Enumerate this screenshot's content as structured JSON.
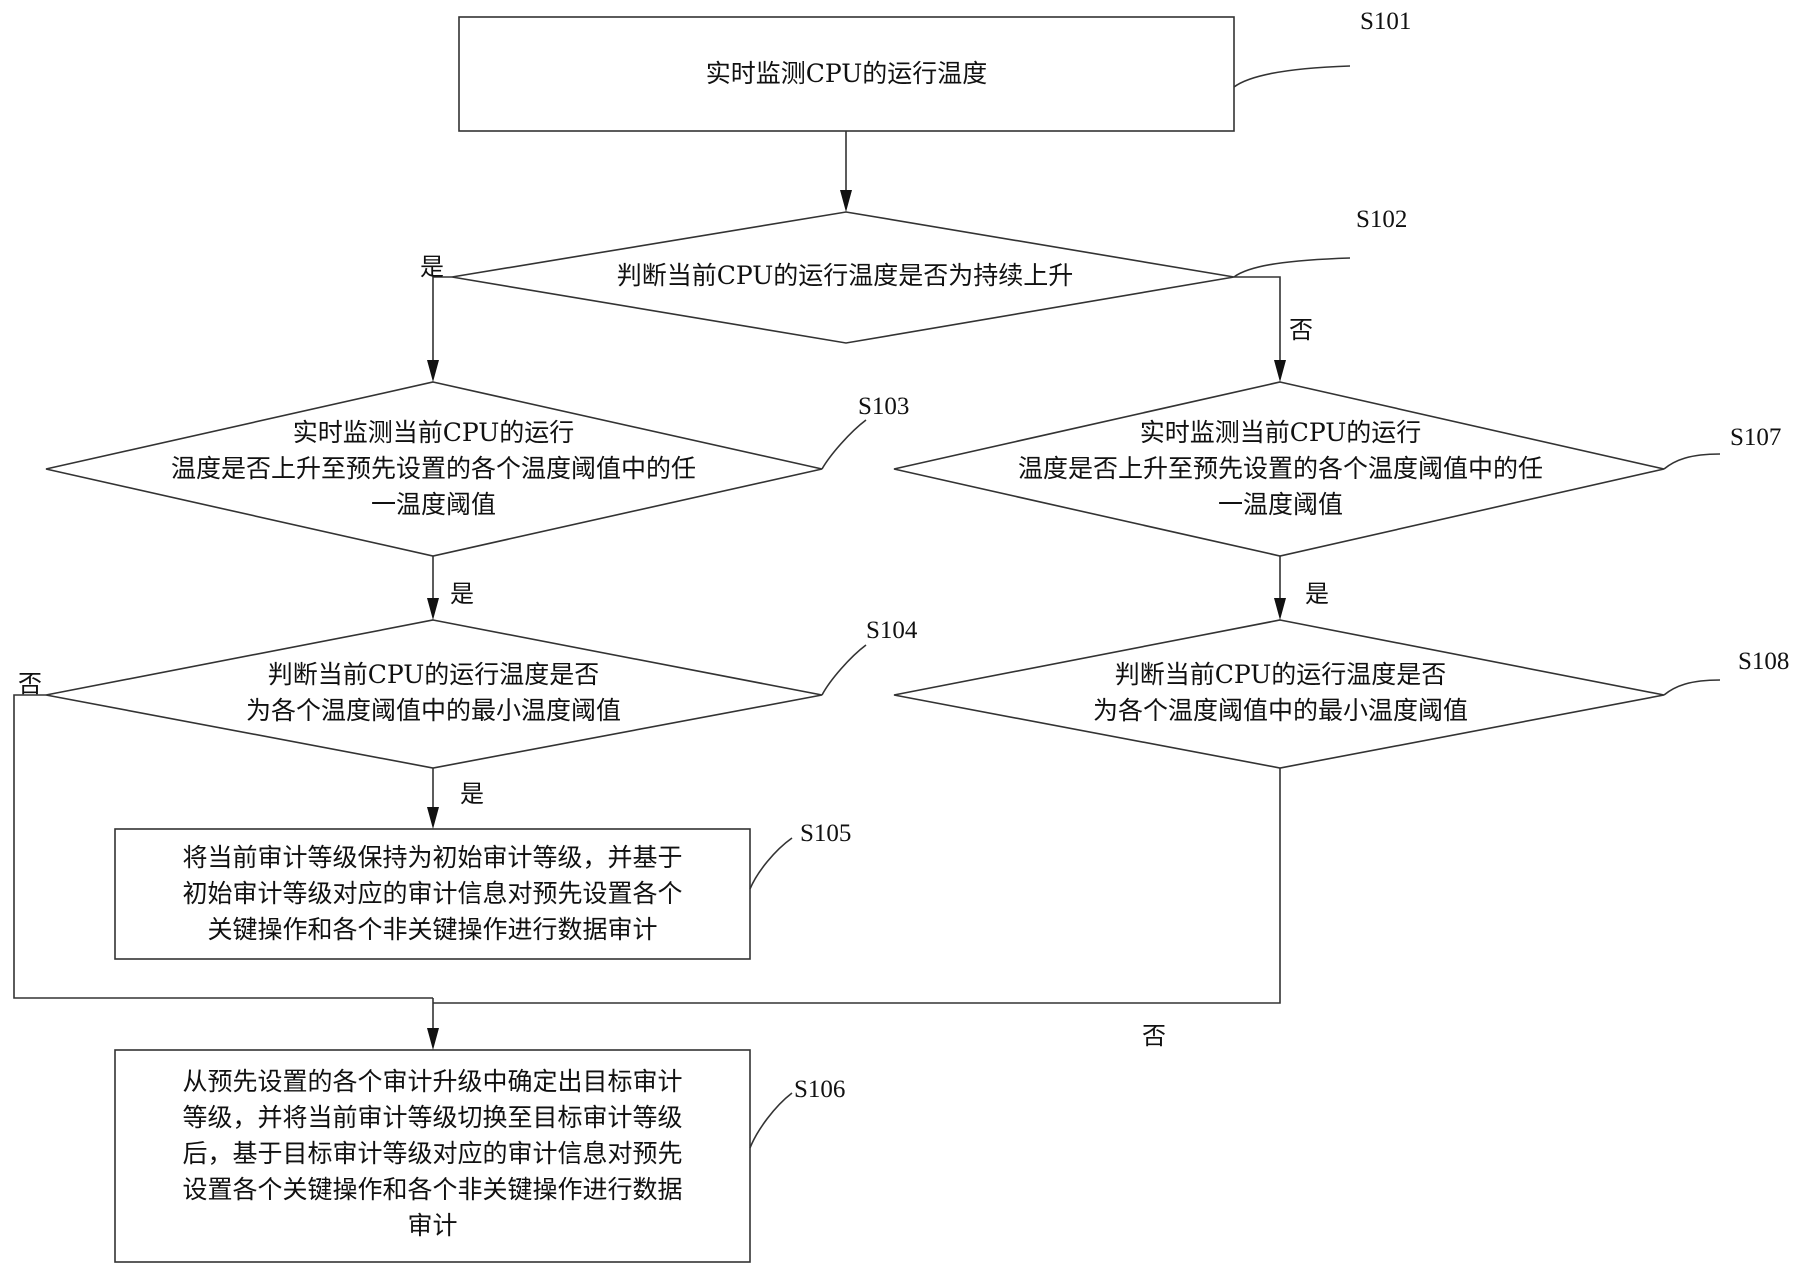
{
  "diagram": {
    "type": "flowchart",
    "nodes": [
      {
        "id": "S101",
        "shape": "process",
        "text": "实时监测CPU的运行温度"
      },
      {
        "id": "S102",
        "shape": "decision",
        "text": "判断当前CPU的运行温度是否为持续上升"
      },
      {
        "id": "S103",
        "shape": "decision",
        "lines": [
          "实时监测当前CPU的运行",
          "温度是否上升至预先设置的各个温度阈值中的任",
          "一温度阈值"
        ]
      },
      {
        "id": "S104",
        "shape": "decision",
        "lines": [
          "判断当前CPU的运行温度是否",
          "为各个温度阈值中的最小温度阈值"
        ]
      },
      {
        "id": "S105",
        "shape": "process",
        "lines": [
          "将当前审计等级保持为初始审计等级，并基于",
          "初始审计等级对应的审计信息对预先设置各个",
          "关键操作和各个非关键操作进行数据审计"
        ]
      },
      {
        "id": "S106",
        "shape": "process",
        "lines": [
          "从预先设置的各个审计升级中确定出目标审计",
          "等级，并将当前审计等级切换至目标审计等级",
          "后，基于目标审计等级对应的审计信息对预先",
          "设置各个关键操作和各个非关键操作进行数据",
          "审计"
        ]
      },
      {
        "id": "S107",
        "shape": "decision",
        "lines": [
          "实时监测当前CPU的运行",
          "温度是否上升至预先设置的各个温度阈值中的任",
          "一温度阈值"
        ]
      },
      {
        "id": "S108",
        "shape": "decision",
        "lines": [
          "判断当前CPU的运行温度是否",
          "为各个温度阈值中的最小温度阈值"
        ]
      }
    ],
    "edges": [
      {
        "from": "S101",
        "to": "S102",
        "label": ""
      },
      {
        "from": "S102",
        "to": "S103",
        "label": "是"
      },
      {
        "from": "S102",
        "to": "S107",
        "label": "否"
      },
      {
        "from": "S103",
        "to": "S104",
        "label": "是"
      },
      {
        "from": "S104",
        "to": "S105",
        "label": "是"
      },
      {
        "from": "S104",
        "to": "S106",
        "label": "否"
      },
      {
        "from": "S107",
        "to": "S108",
        "label": "是"
      },
      {
        "from": "S108",
        "to": "S106",
        "label": "否"
      }
    ],
    "step_labels": {
      "s101": "S101",
      "s102": "S102",
      "s103": "S103",
      "s104": "S104",
      "s105": "S105",
      "s106": "S106",
      "s107": "S107",
      "s108": "S108"
    },
    "edge_labels": {
      "d1_yes": "是",
      "d1_no": "否",
      "d3_yes": "是",
      "d4_yes": "是",
      "d4_no": "否",
      "d7_yes": "是",
      "d8_no": "否"
    }
  },
  "colors": {
    "stroke": "#222222",
    "background": "#ffffff"
  }
}
